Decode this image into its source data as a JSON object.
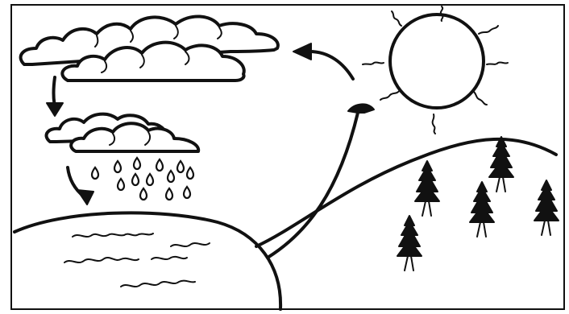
{
  "diagram": {
    "kind": "water-cycle-line-drawing",
    "ink_color": "#111111",
    "paper_color": "#ffffff",
    "parts": [
      "frame",
      "clouds",
      "rain-cloud",
      "raindrops",
      "sun",
      "sun-rays",
      "evaporation-arrow",
      "cloud-return-arrow",
      "cloud-to-rain-arrow",
      "rain-to-water-arrow",
      "lake",
      "water-waves",
      "hill",
      "trees"
    ],
    "icons": {
      "sun": "sun-icon",
      "cloud": "cloud-icon",
      "raindrop": "raindrop-icon",
      "tree": "pine-tree-icon",
      "arrow": "arrow-icon"
    },
    "text": []
  }
}
